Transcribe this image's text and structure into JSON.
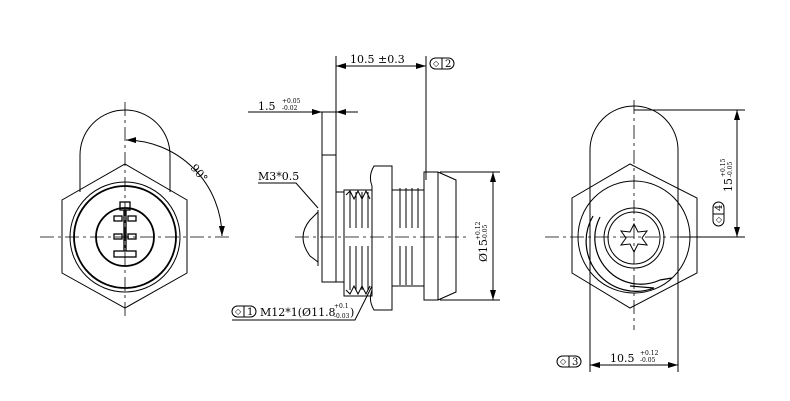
{
  "drawing": {
    "front_view": {
      "angle_label": "90°"
    },
    "side_view": {
      "length_dim": {
        "value": "10.5 ±0.3",
        "tag": "2"
      },
      "plate_dim": {
        "value": "1.5",
        "tol_upper": "+0.05",
        "tol_lower": "-0.02"
      },
      "screw_label": "M3*0.5",
      "thread_label": {
        "tag": "1",
        "value": "M12*1(Ø11.8",
        "tol_upper": "+0.1",
        "tol_lower": "-0.03",
        "close": ")"
      },
      "diameter_dim": {
        "value": "Ø15",
        "tol_upper": "+0.12",
        "tol_lower": "-0.05"
      }
    },
    "rear_view": {
      "height_dim": {
        "value": "15",
        "tol_upper": "+0.15",
        "tol_lower": "-0.05",
        "tag": "4"
      },
      "width_dim": {
        "value": "10.5",
        "tol_upper": "+0.12",
        "tol_lower": "-0.05",
        "tag": "3"
      }
    }
  }
}
